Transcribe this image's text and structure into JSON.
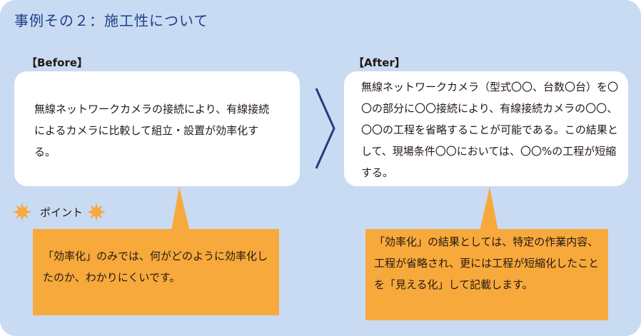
{
  "title": "事例その２：施工性について",
  "before": {
    "label": "【Before】",
    "text": "無線ネットワークカメラの接続により、有線接続によるカメラに比較して組立・設置が効率化する。"
  },
  "after": {
    "label": "【After】",
    "text": "無線ネットワークカメラ（型式〇〇、台数〇台）を〇〇の部分に〇〇接続により、有線接続カメラの〇〇、〇〇の工程を省略することが可能である。この結果として、現場条件〇〇においては、〇〇%の工程が短縮する。"
  },
  "point": {
    "label": "ポイント",
    "icon": "starburst-icon",
    "icon_color": "#f7a93b"
  },
  "callouts": {
    "left": "「効率化」のみでは、何がどのように効率化したのか、わかりにくいです。",
    "right": "「効率化」の結果としては、特定の作業内容、工程が省略され、更には工程が短縮化したことを「見える化」して記載します。"
  },
  "colors": {
    "panel": "#c8dbf3",
    "card": "#ffffff",
    "callout": "#f7a93b",
    "title": "#1f3f8a",
    "arrow": "#2b3a78"
  }
}
